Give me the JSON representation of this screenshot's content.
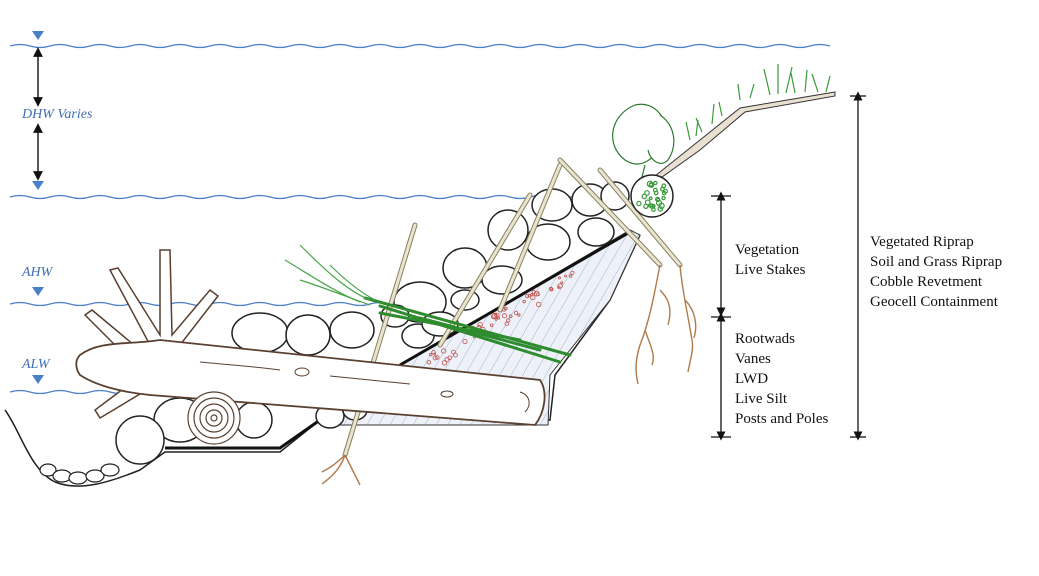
{
  "water_levels": {
    "dhw": {
      "code": "DHW",
      "note": "Varies"
    },
    "ahw": "AHW",
    "alw": "ALW"
  },
  "upper_group": [
    "Vegetation",
    "Live Stakes"
  ],
  "lower_group": [
    "Rootwads",
    "Vanes",
    "LWD",
    "Live Silt",
    "Posts and Poles"
  ],
  "outer_group": [
    "Vegetated Riprap",
    "Soil and Grass Riprap",
    "Cobble Revetment",
    "Geocell Containment"
  ],
  "colors": {
    "water": "#4a7fc9",
    "wood": "#7a5a38",
    "grass": "#2e8b2e",
    "roots": "#b07a4a",
    "soil_fill": "#dfe6f2",
    "line": "#222222"
  }
}
